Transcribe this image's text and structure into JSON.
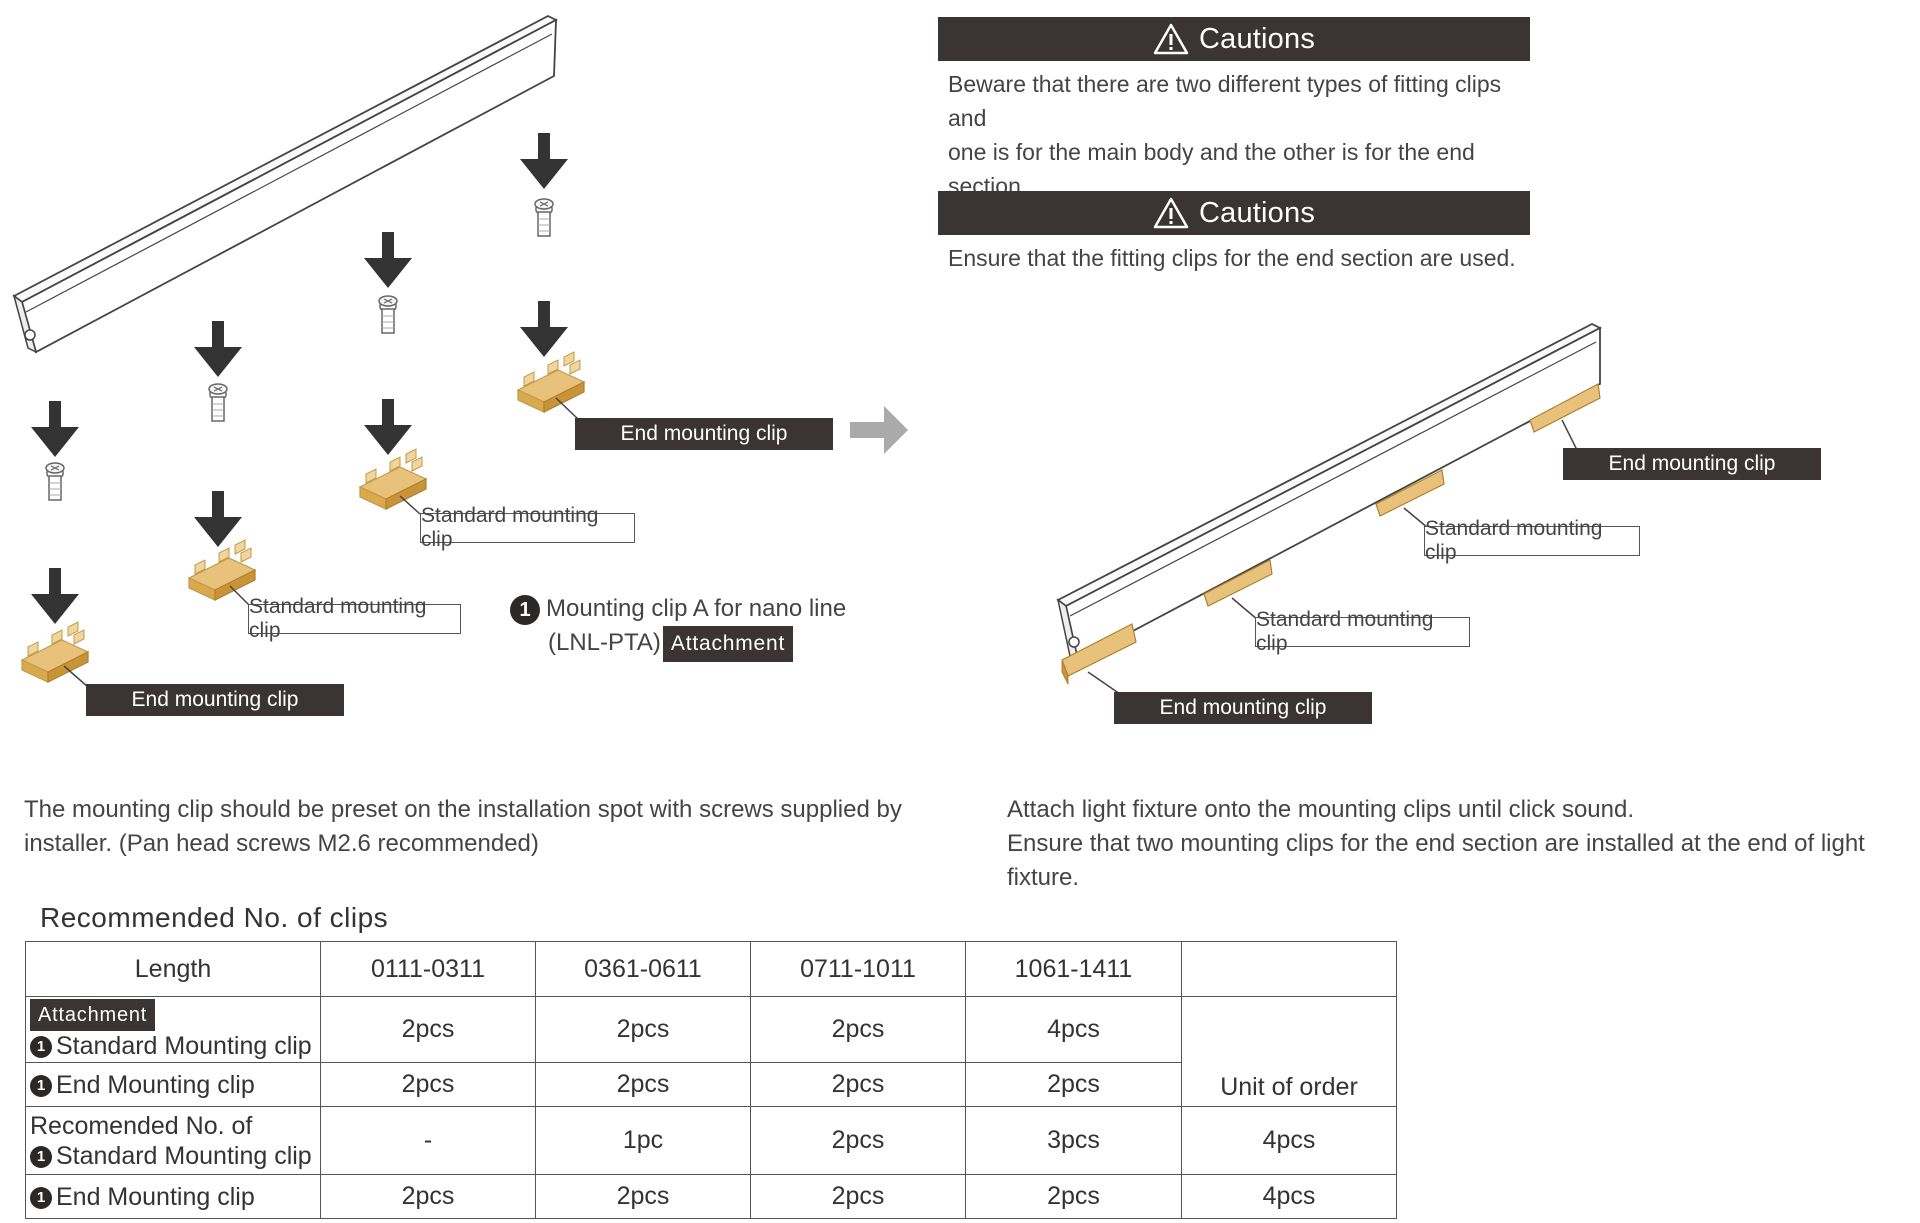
{
  "cautions": [
    {
      "heading": "Cautions",
      "lines": [
        "Beware that there are two different types of fitting clips and",
        "one is for the main body and the other is for the end section."
      ]
    },
    {
      "heading": "Cautions",
      "lines": [
        "Ensure that the fitting clips for the end section are used."
      ]
    }
  ],
  "left_diagram": {
    "labels": {
      "end_clip_top": "End mounting clip",
      "standard_clip_mid": "Standard mounting clip",
      "standard_clip_low": "Standard mounting clip",
      "end_clip_bottom": "End mounting clip"
    },
    "product_note": {
      "number": "1",
      "line1": "Mounting clip A for nano line",
      "line2": "(LNL-PTA)",
      "tag": "Attachment"
    }
  },
  "right_diagram": {
    "labels": {
      "end_clip_right": "End mounting clip",
      "standard_clip_right": "Standard mounting clip",
      "standard_clip_left": "Standard mounting clip",
      "end_clip_left": "End mounting clip"
    }
  },
  "paragraphs": {
    "left": [
      "The mounting clip should be preset on the installation spot with screws supplied by",
      "installer. (Pan head screws M2.6 recommended)"
    ],
    "right": [
      "Attach light fixture onto the mounting clips until click sound.",
      "Ensure that two mounting clips for the end section are installed at the end of light fixture."
    ]
  },
  "table": {
    "title": "Recommended No. of clips",
    "header": [
      "Length",
      "0111-0311",
      "0361-0611",
      "0711-1011",
      "1061-1411",
      ""
    ],
    "attachment_tag": "Attachment",
    "rows": [
      {
        "label": "Standard Mounting clip",
        "values": [
          "2pcs",
          "2pcs",
          "2pcs",
          "4pcs"
        ]
      },
      {
        "label": "End Mounting clip",
        "values": [
          "2pcs",
          "2pcs",
          "2pcs",
          "2pcs"
        ]
      },
      {
        "label_line1": "Recomended No. of",
        "label": "Standard Mounting clip",
        "values": [
          "-",
          "1pc",
          "2pcs",
          "3pcs",
          "4pcs"
        ]
      },
      {
        "label": "End Mounting clip",
        "values": [
          "2pcs",
          "2pcs",
          "2pcs",
          "2pcs",
          "4pcs"
        ]
      }
    ],
    "unit_of_order": "Unit of order",
    "row_number": "1"
  },
  "colors": {
    "label_dark": "#3a3534",
    "clip_gold": "#e8c27a",
    "arrow": "#333333",
    "next_arrow": "#aaaaaa"
  }
}
